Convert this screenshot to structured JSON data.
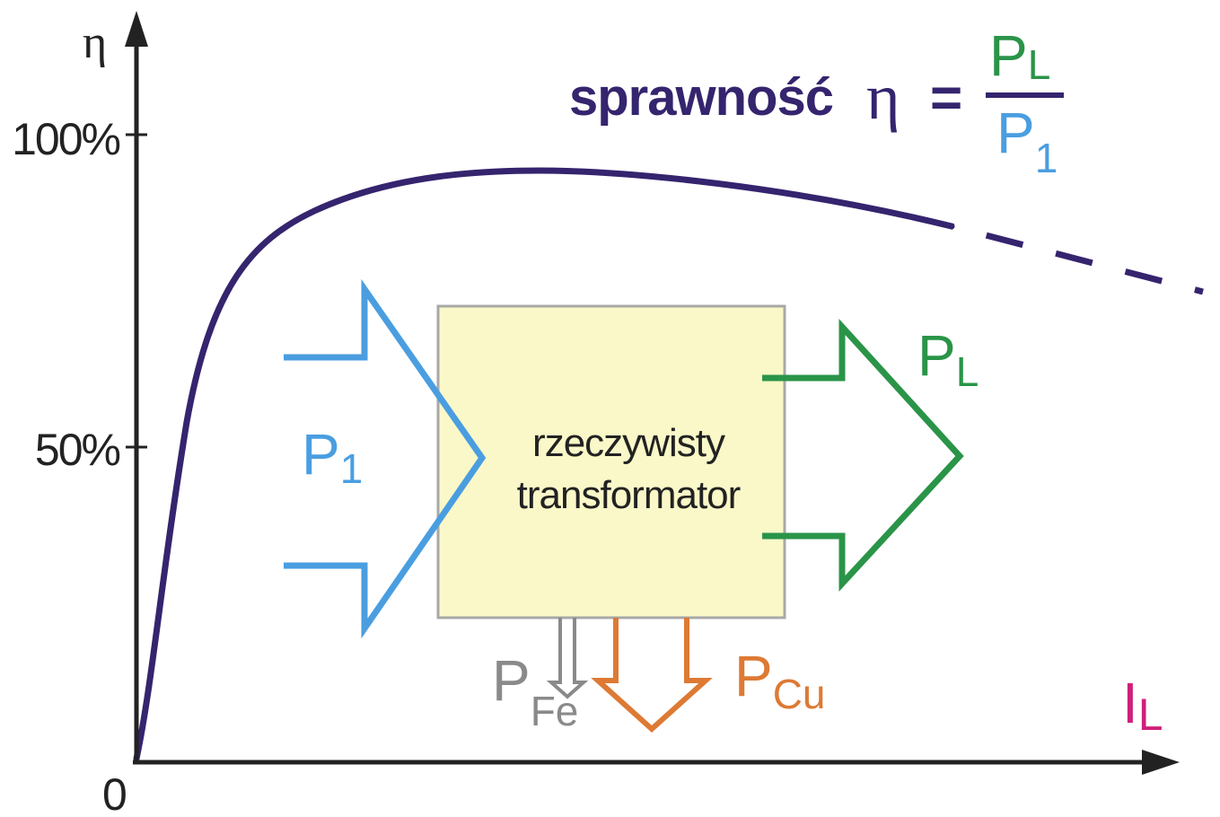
{
  "colors": {
    "axis": "#222222",
    "efficiency_curve": "#35246e",
    "input_power": "#4a9ee0",
    "output_power": "#2a9448",
    "iron_loss": "#8a8a8a",
    "copper_loss": "#dd7a34",
    "load_current": "#d01f7a",
    "box_fill": "#faf8c8",
    "box_border": "#a8a8a8",
    "text": "#222222"
  },
  "axes": {
    "y_symbol": "η",
    "origin_label": "0",
    "x_label_main": "I",
    "x_label_sub": "L",
    "y_ticks": [
      "100%",
      "50%"
    ]
  },
  "formula": {
    "prefix": "sprawność",
    "eta": "η",
    "equals": "=",
    "numerator_main": "P",
    "numerator_sub": "L",
    "denominator_main": "P",
    "denominator_sub": "1"
  },
  "box": {
    "line1": "rzeczywisty",
    "line2": "transformator"
  },
  "labels": {
    "input_main": "P",
    "input_sub": "1",
    "output_main": "P",
    "output_sub": "L",
    "iron_loss_main": "P",
    "iron_loss_sub": "Fe",
    "copper_loss_main": "P",
    "copper_loss_sub": "Cu"
  },
  "icons": {
    "input_arrow": "outline-right-arrow",
    "output_arrow": "outline-right-arrow",
    "iron_loss_arrow": "double-line-down-arrow",
    "copper_loss_arrow": "outline-down-arrow"
  }
}
